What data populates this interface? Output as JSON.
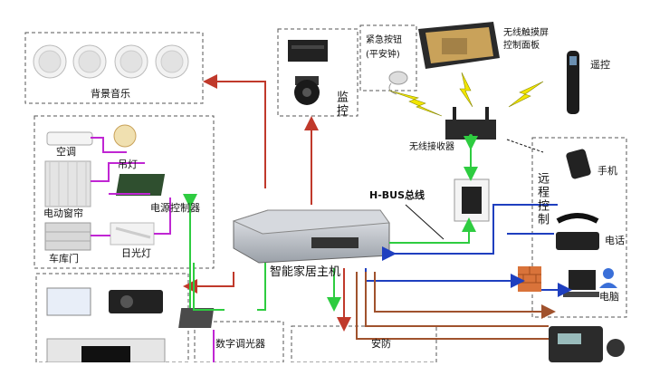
{
  "labels": {
    "background_music": "背景音乐",
    "monitor": "监控",
    "emergency_button": "紧急按钮",
    "panic_bell": "(平安钟)",
    "wireless_panel_1": "无线触摸屏",
    "wireless_panel_2": "控制面板",
    "remote": "遥控",
    "wireless_receiver": "无线接收器",
    "air_conditioner": "空调",
    "chandelier": "吊灯",
    "electric_curtain": "电动窗帘",
    "power_controller": "电源控制器",
    "garage_door": "车库门",
    "fluorescent_lamp": "日光灯",
    "hbus": "H-BUS总线",
    "mobile_phone": "手机",
    "remote_control_vertical": "远程控制",
    "telephone": "电话",
    "computer": "电脑",
    "host": "智能家居主机",
    "digital_dimmer": "数字调光器",
    "security": "安防"
  },
  "colors": {
    "red": "#c0392b",
    "green": "#2ecc40",
    "blue": "#1f3fbf",
    "purple": "#c026d3",
    "brown": "#a0522d",
    "dash": "#555555",
    "lightning": "#f2e600"
  }
}
